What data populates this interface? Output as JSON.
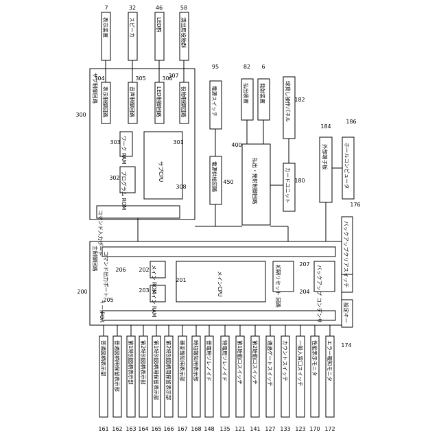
{
  "labels": {
    "sub_control_circuit": "サブ制御回路",
    "main_control_circuit": "主制御回路",
    "display_device": "表示装置",
    "speaker": "スピーカ",
    "led_group": "LED群",
    "effect_device_group": "演出用役物群",
    "display_control_circuit": "表示制御回路",
    "sound_control_circuit": "音声制御回路",
    "led_control_circuit": "LED制御回路",
    "effect_control_circuit": "役物制御回路",
    "work_ram": "ワーク RAM",
    "program_rom": "プログラム ROM",
    "sub_cpu": "サブCPU",
    "command_input_port": "コマンド入力ポート",
    "power_switch": "電源スイッチ",
    "power_supply_circuit": "電源供給回路",
    "payout_device": "払出装置",
    "firing_device": "発射装置",
    "payout_firing_control": "払出・発射制御回路",
    "ball_lending_panel": "球貸し操作パネル",
    "card_unit": "カードユニット",
    "external_terminal": "外部端子板",
    "hall_computer": "ホールコンピュータ",
    "backup_clear_switch": "バックアップクリアスイッチ",
    "command_output_port": "コマンド出力ポート",
    "main_rom": "メイン ROM",
    "main_ram": "メイン RAM",
    "main_cpu": "メインCPU",
    "init_reset_circuit": "初期リセット 回路",
    "backup_capacitor": "バックアップ コンデンサ",
    "io_port": "I/Oポート",
    "setting_key": "設定キー"
  },
  "numbers": {
    "display_device": "7",
    "speaker": "32",
    "led_group": "46",
    "effect_device_group": "58",
    "display_control_circuit": "304",
    "sound_control_circuit": "305",
    "led_control_circuit": "306",
    "effect_control_circuit": "307",
    "sub_control_circuit": "300",
    "work_ram": "303",
    "sub_cpu": "301",
    "program_rom": "302",
    "command_input_port": "308",
    "power_switch": "95",
    "power_supply_circuit": "450",
    "payout_device": "82",
    "firing_device": "6",
    "payout_firing_control": "400",
    "ball_lending_panel": "182",
    "card_unit": "180",
    "external_terminal": "184",
    "hall_computer": "186",
    "backup_clear_switch": "176",
    "main_control_circuit": "200",
    "command_output_port": "206",
    "main_rom": "202",
    "main_ram": "203",
    "main_cpu": "201",
    "io_port": "205",
    "init_reset_circuit": "204",
    "backup_capacitor": "207",
    "setting_key": "174"
  },
  "bottom_items": [
    {
      "num": "161",
      "label": "普通図柄表示部"
    },
    {
      "num": "162",
      "label": "普通図柄用保留表示部"
    },
    {
      "num": "163",
      "label": "第1特別図柄表示部"
    },
    {
      "num": "164",
      "label": "第2特別図柄表示部"
    },
    {
      "num": "165",
      "label": "第1特別図柄用保留表示部"
    },
    {
      "num": "166",
      "label": "第2特別図柄用保留表示部"
    },
    {
      "num": "167",
      "label": "確変報知用表示部"
    },
    {
      "num": "168",
      "label": "時短報知用表示部"
    },
    {
      "num": "148",
      "label": "普電用ソレノイド"
    },
    {
      "num": "135",
      "label": "特電用ソレノイド"
    },
    {
      "num": "121",
      "label": "第1始動口スイッチ"
    },
    {
      "num": "141",
      "label": "第2始動口スイッチ"
    },
    {
      "num": "127",
      "label": "通過ゲートスイッチ"
    },
    {
      "num": "133",
      "label": "カウントスイッチ"
    },
    {
      "num": "123",
      "label": "一般入賞口スイッチ"
    },
    {
      "num": "170",
      "label": "性能表示モニタ"
    },
    {
      "num": "172",
      "label": "エラー報知モニタ"
    }
  ]
}
